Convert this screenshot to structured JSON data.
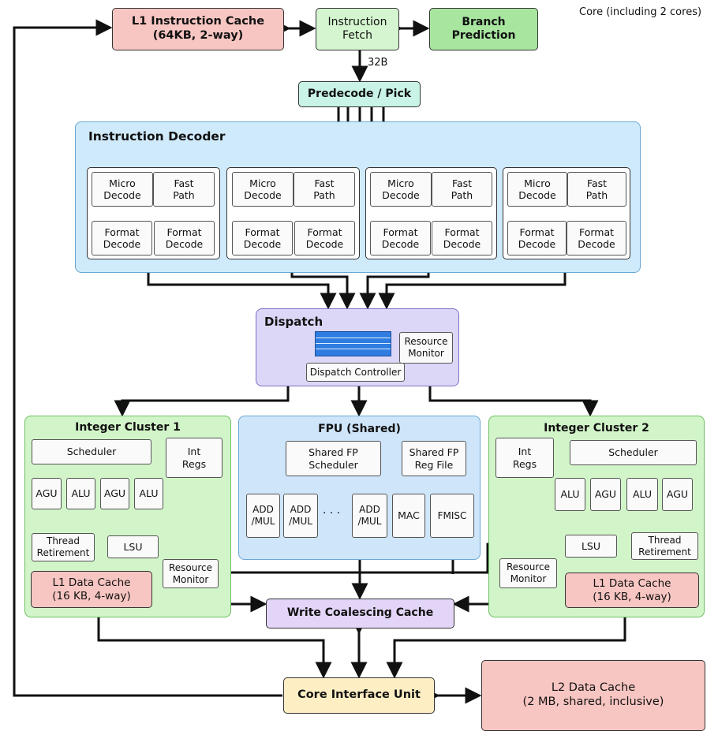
{
  "caption": "Core (including 2 cores)",
  "bus_width": "32B",
  "dots": "· · ·",
  "top": {
    "l1i": "L1 Instruction Cache\n(64KB, 2-way)",
    "fetch": "Instruction\nFetch",
    "branch": "Branch\nPrediction",
    "predecode": "Predecode / Pick"
  },
  "decoder": {
    "title": "Instruction Decoder",
    "micro": "Micro\nDecode",
    "fast": "Fast\nPath",
    "format": "Format\nDecode"
  },
  "dispatch": {
    "title": "Dispatch",
    "monitor": "Resource\nMonitor",
    "controller": "Dispatch Controller"
  },
  "cluster1": {
    "title": "Integer Cluster 1",
    "scheduler": "Scheduler",
    "regs": "Int\nRegs",
    "units": [
      "AGU",
      "ALU",
      "AGU",
      "ALU"
    ],
    "retire": "Thread\nRetirement",
    "lsu": "LSU",
    "monitor": "Resource\nMonitor",
    "l1d": "L1 Data Cache\n(16 KB, 4-way)"
  },
  "fpu": {
    "title": "FPU (Shared)",
    "scheduler": "Shared FP\nScheduler",
    "regfile": "Shared FP\nReg File",
    "units": [
      "ADD\n/MUL",
      "ADD\n/MUL",
      "ADD\n/MUL",
      "MAC",
      "FMISC"
    ]
  },
  "cluster2": {
    "title": "Integer Cluster 2",
    "scheduler": "Scheduler",
    "regs": "Int\nRegs",
    "units": [
      "ALU",
      "AGU",
      "ALU",
      "AGU"
    ],
    "retire": "Thread\nRetirement",
    "lsu": "LSU",
    "monitor": "Resource\nMonitor",
    "l1d": "L1 Data Cache\n(16 KB, 4-way)"
  },
  "bottom": {
    "wcc": "Write Coalescing Cache",
    "ciu": "Core Interface Unit",
    "l2": "L2 Data Cache\n(2 MB, shared, inclusive)"
  },
  "colors": {
    "l1i": "#f8c6c2",
    "green": "#d4f5cf",
    "teal": "#c8f3e6",
    "blue": "#cfeafb",
    "dispatch": "#dcd7f7",
    "cluster": "#d2f4c9",
    "fpu": "#cfe5fa",
    "wcc": "#e3d5f7",
    "ciu": "#fdeec4",
    "l2": "#f8c6c2",
    "queue": "#2f7de0"
  }
}
